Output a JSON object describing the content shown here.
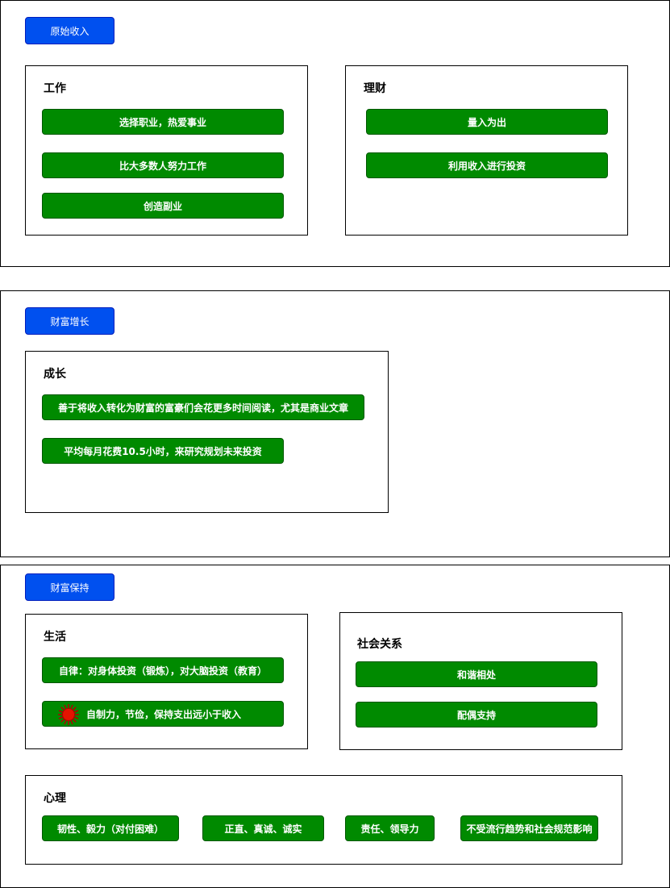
{
  "sections": [
    {
      "tag": "原始收入",
      "boxes": [
        {
          "title": "工作",
          "items": [
            "选择职业，热爱事业",
            "比大多数人努力工作",
            "创造副业"
          ]
        },
        {
          "title": "理财",
          "items": [
            "量入为出",
            "利用收入进行投资"
          ]
        }
      ]
    },
    {
      "tag": "财富增长",
      "boxes": [
        {
          "title": "成长",
          "items": [
            "善于将收入转化为财富的富豪们会花更多时间阅读，尤其是商业文章",
            "平均每月花费10.5小时，来研究规划未来投资"
          ]
        }
      ]
    },
    {
      "tag": "财富保持",
      "boxes": [
        {
          "title": "生活",
          "items": [
            "自律：对身体投资（锻炼），对大脑投资（教育）",
            "自制力，节俭，保持支出远小于收入"
          ]
        },
        {
          "title": "社会关系",
          "items": [
            "和谐相处",
            "配偶支持"
          ]
        },
        {
          "title": "心理",
          "items": [
            "韧性、毅力（对付困难）",
            "正直、真诚、诚实",
            "责任、领导力",
            "不受流行趋势和社会规范影响"
          ]
        }
      ]
    }
  ],
  "icons": {
    "sun": "sun-icon"
  },
  "colors": {
    "tag": "#0050ef",
    "item": "#008a00",
    "sun": "#e51400"
  }
}
